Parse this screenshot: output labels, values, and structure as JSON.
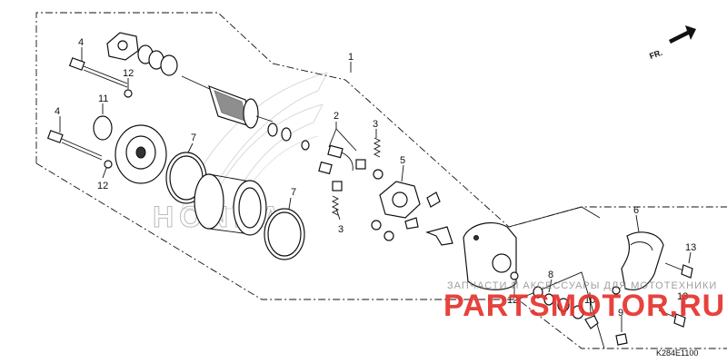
{
  "callouts": {
    "c1": "1",
    "c2": "2",
    "c3a": "3",
    "c3b": "3",
    "c4a": "4",
    "c4b": "4",
    "c5": "5",
    "c6": "6",
    "c7a": "7",
    "c7b": "7",
    "c8": "8",
    "c9": "9",
    "c10": "10",
    "c11": "11",
    "c12a": "12",
    "c12b": "12",
    "c12c": "12",
    "c13a": "13",
    "c13b": "13"
  },
  "direction_label": "FR.",
  "diagram_code": "K284E1100",
  "watermark": {
    "brand": "PARTSMOTOR.RU",
    "tagline": "ЗАПЧАСТИ И АКСЕССУАРЫ ДЛЯ МОТОТЕХНИКИ"
  },
  "background_logo": {
    "text": "HONDA"
  },
  "colors": {
    "line": "#111111",
    "watermark_red": "#e5322d",
    "watermark_gray": "#888888"
  }
}
